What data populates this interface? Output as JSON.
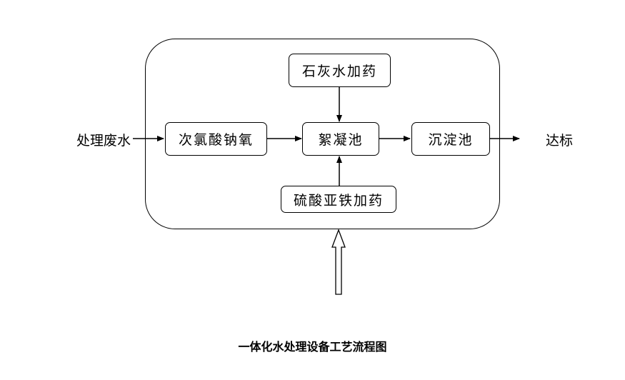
{
  "diagram": {
    "input_label": "处理废水",
    "output_label": "达标",
    "nodes": {
      "hypochlorite": "次氯酸钠氧",
      "lime": "石灰水加药",
      "flocculation": "絮凝池",
      "ferrous_sulfate": "硫酸亚铁加药",
      "sedimentation": "沉淀池"
    },
    "caption": "一体化水处理设备工艺流程图"
  }
}
